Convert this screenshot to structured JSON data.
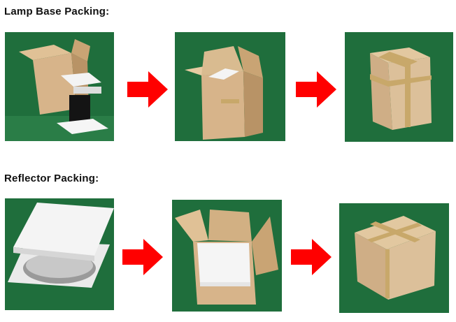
{
  "sections": [
    {
      "title": "Lamp Base Packing:",
      "steps": [
        {
          "image_label": "lamp-base-step-1"
        },
        {
          "image_label": "lamp-base-step-2"
        },
        {
          "image_label": "lamp-base-step-3"
        }
      ]
    },
    {
      "title": "Reflector Packing:",
      "steps": [
        {
          "image_label": "reflector-step-1"
        },
        {
          "image_label": "reflector-step-2"
        },
        {
          "image_label": "reflector-step-3"
        }
      ]
    }
  ],
  "colors": {
    "background": "#ffffff",
    "photo_background": "#1f6e3c",
    "arrow": "#ff0000",
    "cardboard": "#d7b48a",
    "cardboard_dark": "#b89366",
    "foam": "#f3f3f3",
    "tape": "#c8a86a"
  },
  "icons": [
    "arrow-right-icon"
  ]
}
